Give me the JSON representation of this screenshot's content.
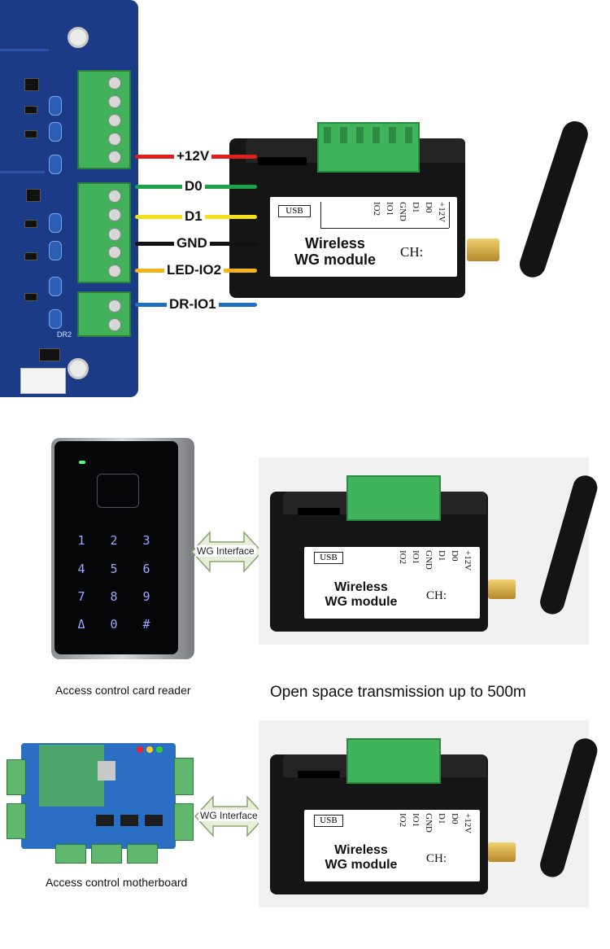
{
  "wiring": {
    "wires": [
      {
        "label": "+12V",
        "color": "#e21e1e"
      },
      {
        "label": "D0",
        "color": "#1aa34a"
      },
      {
        "label": "D1",
        "color": "#f2e01c"
      },
      {
        "label": "GND",
        "color": "#111111"
      },
      {
        "label": "LED-IO2",
        "color": "#f5b41a"
      },
      {
        "label": "DR-IO1",
        "color": "#1e6fbf"
      }
    ],
    "pcb_silk": "DR2"
  },
  "module": {
    "usb": "USB",
    "pins": [
      "+12V",
      "D0",
      "D1",
      "GND",
      "IO1",
      "IO2"
    ],
    "title_line1": "Wireless",
    "title_line2": "WG module",
    "ch_label": "CH:"
  },
  "section2": {
    "interface_label": "WG Interface",
    "reader_caption": "Access control card reader",
    "range_caption": "Open space transmission up to 500m",
    "keys": [
      "1",
      "2",
      "3",
      "4",
      "5",
      "6",
      "7",
      "8",
      "9",
      "Δ",
      "0",
      "#"
    ]
  },
  "section3": {
    "interface_label": "WG Interface",
    "board_caption": "Access control motherboard"
  }
}
